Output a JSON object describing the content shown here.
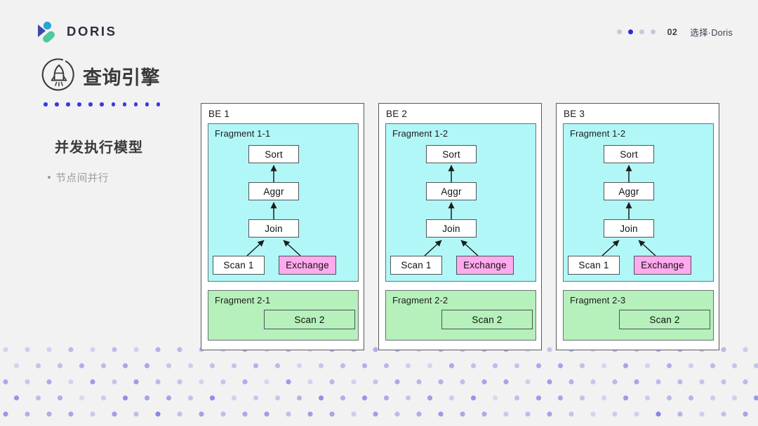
{
  "brand": {
    "name": "DORIS",
    "logo_icon": "doris-logo-icon"
  },
  "pager": {
    "dots": [
      false,
      true,
      false,
      false
    ],
    "number": "02",
    "label": "选择·Doris",
    "active_color": "#2a2ae0",
    "inactive_color": "#c6c8dd"
  },
  "section": {
    "icon": "rocket-in-circle-icon",
    "title": "查询引擎",
    "rule_dot_count": 11,
    "rule_dot_color": "#3a3ae0",
    "subtitle": "并发执行模型",
    "bullets": [
      "节点间并行"
    ]
  },
  "diagram": {
    "colors": {
      "fragment_top_fill": "#b2f7f7",
      "fragment_bottom_fill": "#b6f0bb",
      "exchange_fill": "#ffaaee",
      "node_fill": "#ffffff",
      "panel_fill": "#ffffff",
      "border": "#555a5e"
    },
    "panels": [
      {
        "be_label": "BE 1",
        "top_fragment": {
          "label": "Fragment 1-1",
          "nodes": {
            "sort": "Sort",
            "aggr": "Aggr",
            "join": "Join",
            "scan1": "Scan 1",
            "exchange": "Exchange"
          }
        },
        "bottom_fragment": {
          "label": "Fragment 2-1",
          "node": "Scan 2"
        }
      },
      {
        "be_label": "BE 2",
        "top_fragment": {
          "label": "Fragment 1-2",
          "nodes": {
            "sort": "Sort",
            "aggr": "Aggr",
            "join": "Join",
            "scan1": "Scan 1",
            "exchange": "Exchange"
          }
        },
        "bottom_fragment": {
          "label": "Fragment 2-2",
          "node": "Scan 2"
        }
      },
      {
        "be_label": "BE 3",
        "top_fragment": {
          "label": "Fragment 1-2",
          "nodes": {
            "sort": "Sort",
            "aggr": "Aggr",
            "join": "Join",
            "scan1": "Scan 1",
            "exchange": "Exchange"
          }
        },
        "bottom_fragment": {
          "label": "Fragment 2-3",
          "node": "Scan 2"
        }
      }
    ]
  },
  "background": {
    "page_color": "#f2f2f2",
    "dot_pattern_color": "#6a6ae0"
  }
}
